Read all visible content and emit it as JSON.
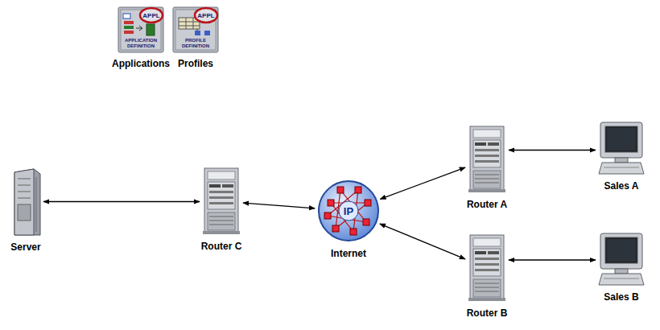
{
  "diagram": {
    "nodes": [
      {
        "text": [
          "APPL",
          "APPLICATION DEFINITION",
          "Applications"
        ]
      },
      {
        "text": [
          "APPL",
          "PROFILE DEFINITION",
          "Profiles"
        ]
      },
      {
        "text": [
          "Server"
        ]
      },
      {
        "text": [
          "Router C"
        ]
      },
      {
        "text": [
          "IP",
          "Internet"
        ]
      },
      {
        "text": [
          "Router A"
        ]
      },
      {
        "text": [
          "Sales A"
        ]
      },
      {
        "text": [
          "Router B"
        ]
      },
      {
        "text": [
          "Sales B"
        ]
      }
    ],
    "edges": [
      {
        "from": 2,
        "to": 3,
        "arrow": "both"
      },
      {
        "from": 3,
        "to": 4,
        "arrow": "both"
      },
      {
        "from": 4,
        "to": 5,
        "arrow": "both"
      },
      {
        "from": 4,
        "to": 7,
        "arrow": "both"
      },
      {
        "from": 5,
        "to": 6,
        "arrow": "both"
      },
      {
        "from": 7,
        "to": 8,
        "arrow": "both"
      }
    ]
  }
}
